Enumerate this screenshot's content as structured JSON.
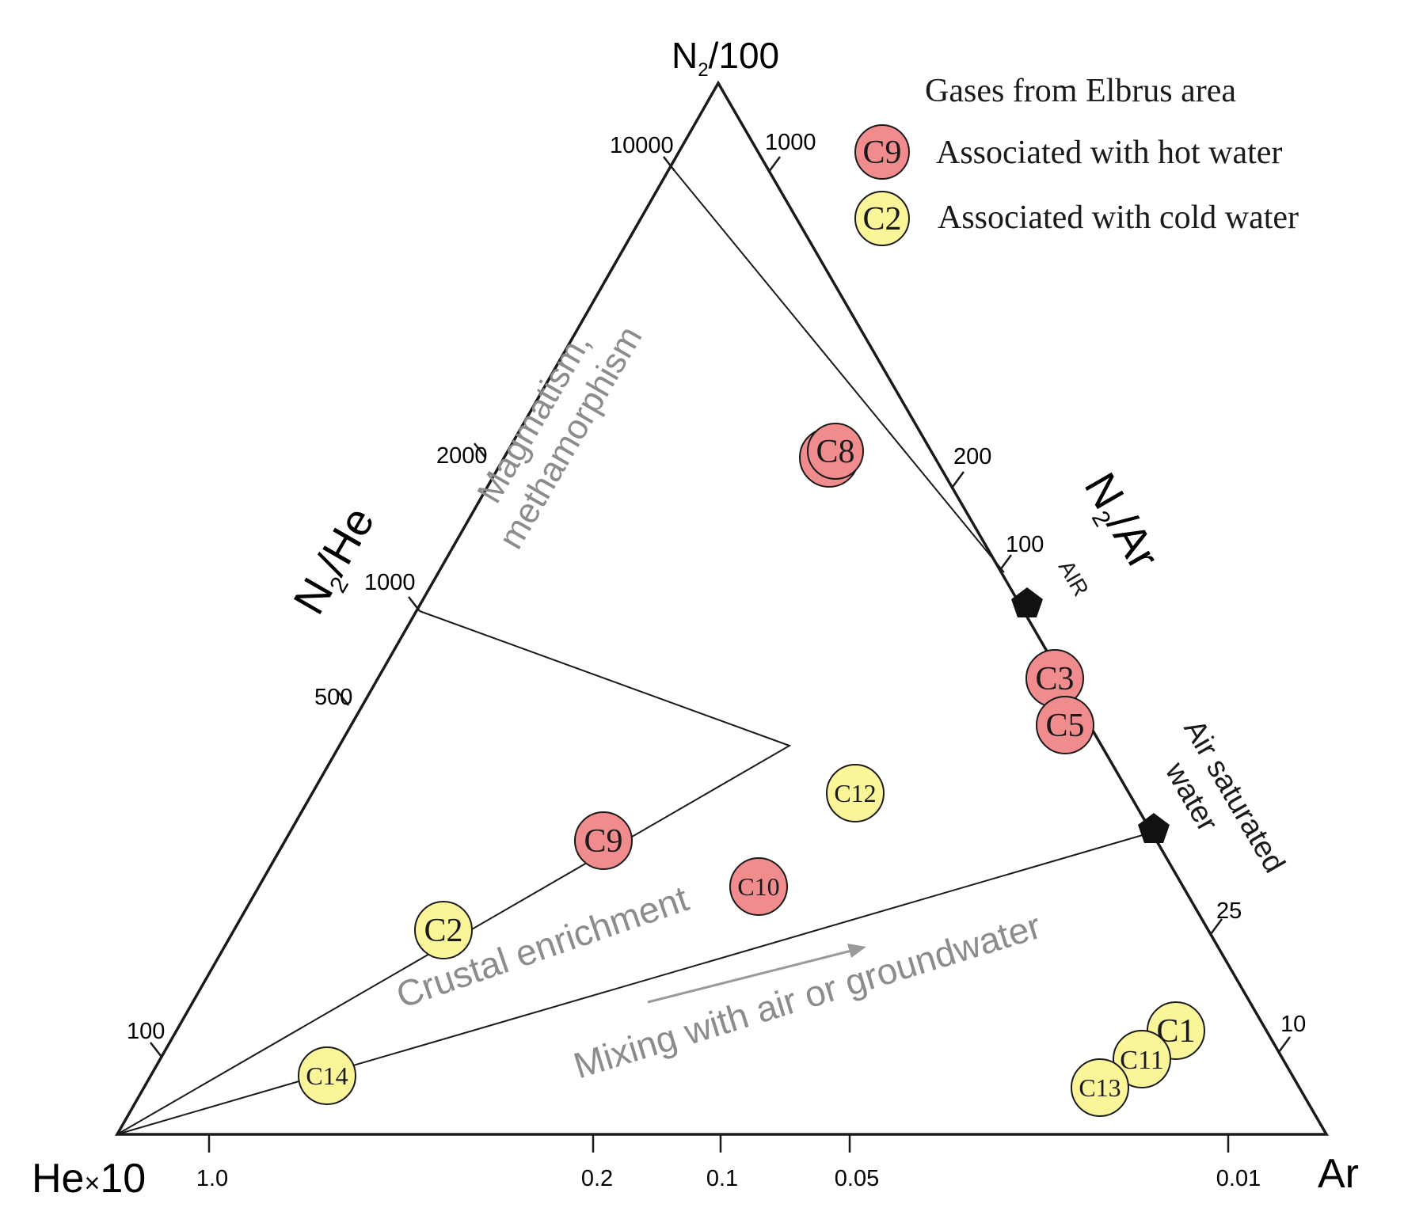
{
  "chart_data": {
    "type": "ternary",
    "apex_labels": {
      "top": {
        "main": "N",
        "sub": "2",
        "rest": "/100"
      },
      "left": {
        "main": "He",
        "times": "×",
        "rest": "10"
      },
      "right": {
        "main": "Ar"
      }
    },
    "side_labels": {
      "left": {
        "main": "N",
        "sub": "2",
        "rest": "/He"
      },
      "right": {
        "main": "N",
        "sub": "2",
        "rest": "/Ar"
      }
    },
    "left_ticks": [
      "10000",
      "2000",
      "1000",
      "500",
      "100"
    ],
    "right_ticks": [
      "1000",
      "200",
      "100",
      "25",
      "10"
    ],
    "bottom_ticks": [
      "1.0",
      "0.2",
      "0.1",
      "0.05",
      "0.01"
    ],
    "reference_points": [
      {
        "label": "AIR"
      },
      {
        "label": ""
      }
    ],
    "region_labels": {
      "magmatism_line1": "Magmatism,",
      "magmatism_line2": "methamorphism",
      "crustal": "Crustal enrichment",
      "mixing": "Mixing with air or groundwater",
      "asw_line1": "Air saturated",
      "asw_line2": "water"
    },
    "legend": {
      "title": "Gases from Elbrus area",
      "items": [
        {
          "symbol": "C9",
          "text": "Associated with hot water",
          "group": "hot"
        },
        {
          "symbol": "C2",
          "text": "Associated with cold water",
          "group": "cold"
        }
      ]
    },
    "colors": {
      "hot": "#f08c8e",
      "cold": "#fbf59a",
      "outline": "#1a1a1a",
      "region_text": "#8c8c8c"
    },
    "points": [
      {
        "label": "C8",
        "group": "hot"
      },
      {
        "label": "C3",
        "group": "hot"
      },
      {
        "label": "C5",
        "group": "hot"
      },
      {
        "label": "C9",
        "group": "hot"
      },
      {
        "label": "C10",
        "group": "hot"
      },
      {
        "label": "C12",
        "group": "cold"
      },
      {
        "label": "C2",
        "group": "cold"
      },
      {
        "label": "C14",
        "group": "cold"
      },
      {
        "label": "C1",
        "group": "cold"
      },
      {
        "label": "C11",
        "group": "cold"
      },
      {
        "label": "C13",
        "group": "cold"
      }
    ]
  }
}
